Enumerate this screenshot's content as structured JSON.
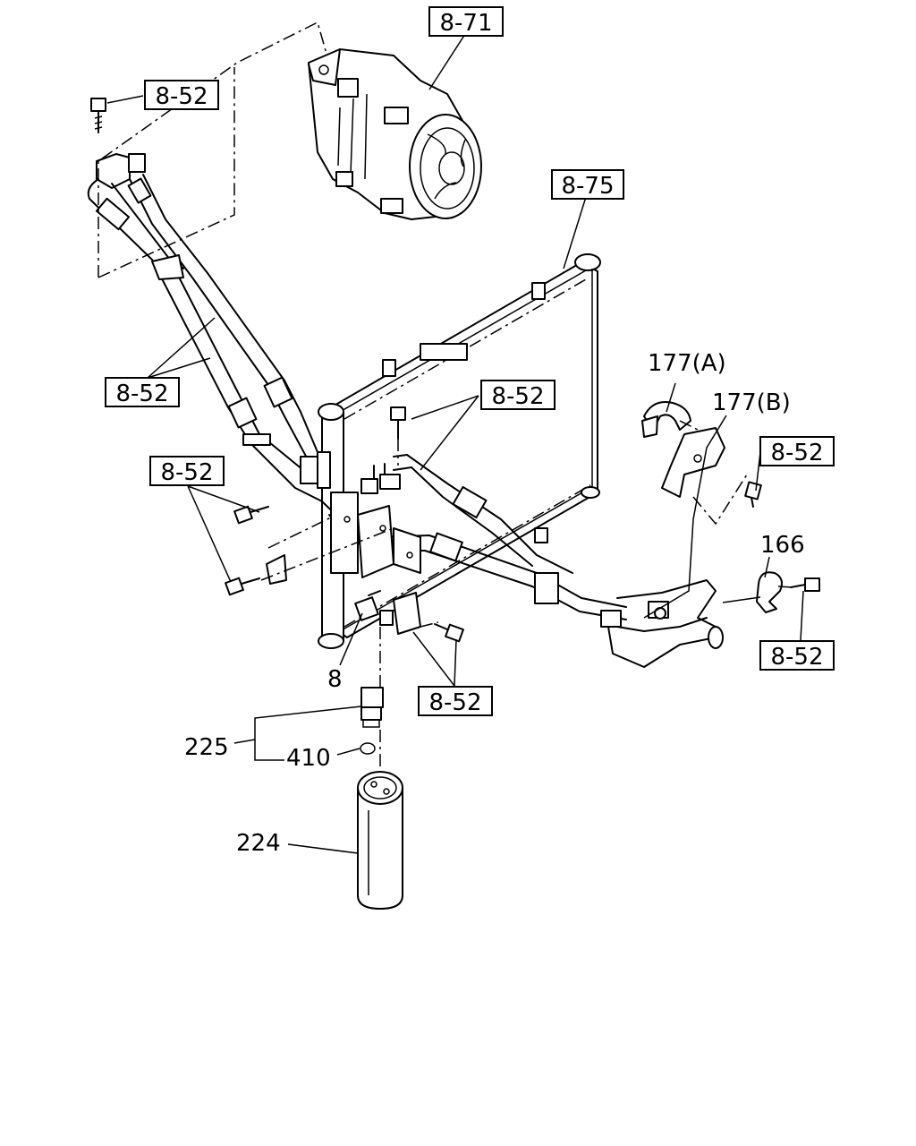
{
  "callouts": {
    "ref_compressor": "8-71",
    "ref_condenser": "8-75",
    "ref_top_left": "8-52",
    "ref_hoses_left": "8-52",
    "ref_bolts_left": "8-52",
    "ref_upper_center": "8-52",
    "ref_right_bolt": "8-52",
    "ref_right_lower": "8-52",
    "ref_lower_center": "8-52",
    "part_177a": "177(A)",
    "part_177b": "177(B)",
    "part_166": "166",
    "part_8": "8",
    "part_225": "225",
    "part_410": "410",
    "part_224": "224"
  }
}
